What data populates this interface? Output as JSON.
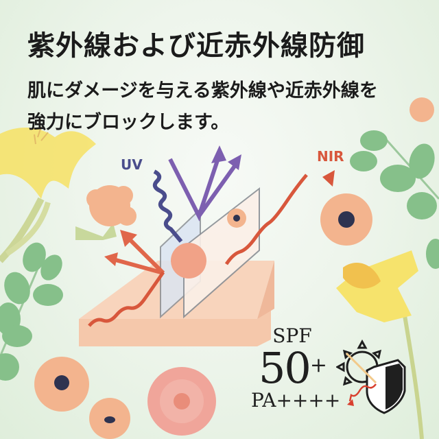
{
  "header": {
    "title": "紫外線および近赤外線防御",
    "subtitle_line1": "肌にダメージを与える紫外線や近赤外線を",
    "subtitle_line2": "強力にブロックします。"
  },
  "diagram": {
    "uv_label": "UV",
    "nir_label": "NIR",
    "icons": [
      "uv-wave-arrow",
      "nir-wave-arrow",
      "reflection-arrows",
      "protective-layers",
      "skin-block"
    ]
  },
  "spec": {
    "spf_label": "SPF",
    "spf_value": "50",
    "spf_plus": "+",
    "pa_label": "PA++++"
  },
  "colors": {
    "uv": "#4a4d8c",
    "uv_reflect": "#7d5fb0",
    "nir": "#d8573c",
    "skin": "#f5c8ab",
    "leaf": "#86c08a",
    "flower_orange": "#f3b48e",
    "daffodil": "#f5de62"
  }
}
